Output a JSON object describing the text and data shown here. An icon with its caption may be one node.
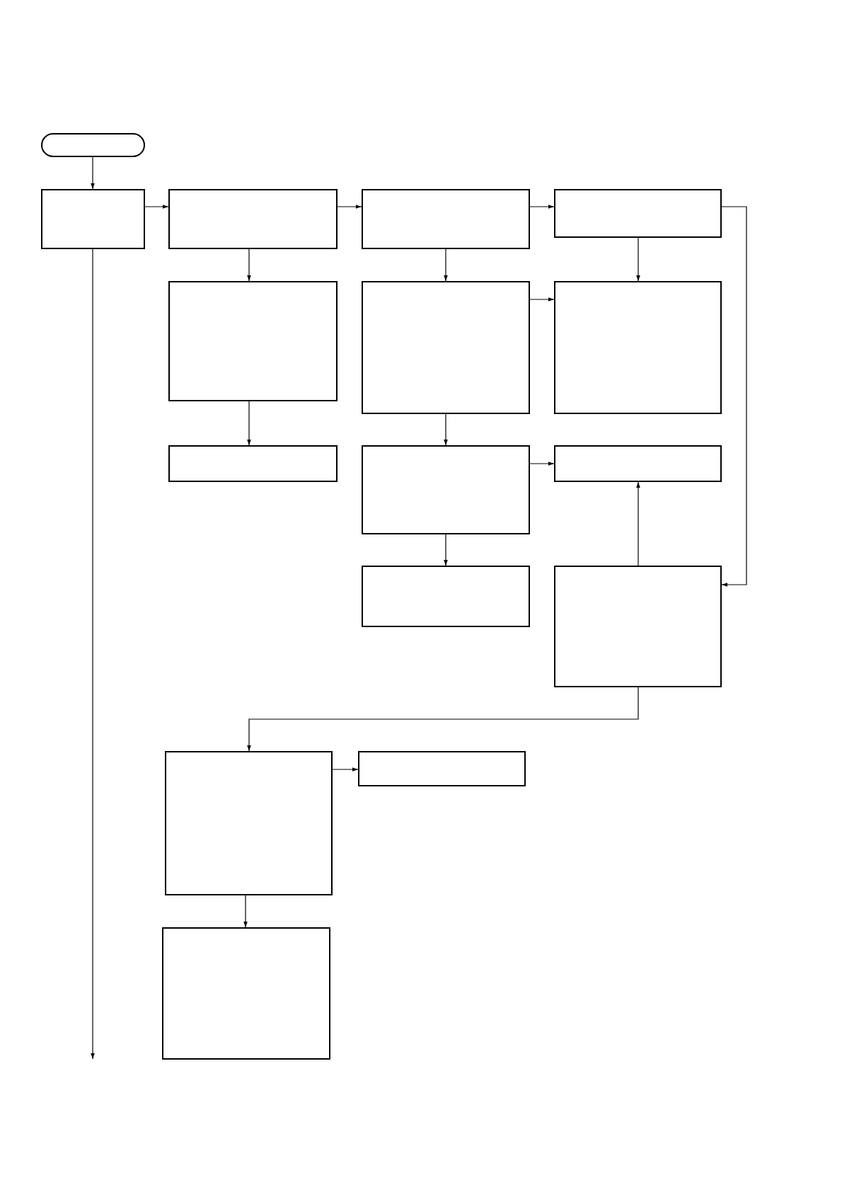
{
  "diagram": {
    "nodes": [
      {
        "text": [],
        "shape": "pill"
      },
      {
        "text": [],
        "shape": "box"
      },
      {
        "text": [],
        "shape": "box"
      },
      {
        "text": [],
        "shape": "box"
      },
      {
        "text": [],
        "shape": "box"
      },
      {
        "text": [],
        "shape": "box"
      },
      {
        "text": [],
        "shape": "box"
      },
      {
        "text": [],
        "shape": "box"
      },
      {
        "text": [],
        "shape": "box"
      },
      {
        "text": [],
        "shape": "box"
      },
      {
        "text": [],
        "shape": "box"
      },
      {
        "text": [],
        "shape": "box"
      },
      {
        "text": [],
        "shape": "box"
      },
      {
        "text": [],
        "shape": "box"
      },
      {
        "text": [],
        "shape": "box"
      },
      {
        "text": [],
        "shape": "box"
      }
    ],
    "edges": [
      {
        "from": 0,
        "to": 1,
        "arrow": "to"
      },
      {
        "from": 1,
        "to": null,
        "arrow": "to"
      },
      {
        "from": 1,
        "to": 2,
        "arrow": "to"
      },
      {
        "from": 2,
        "to": 3,
        "arrow": "to"
      },
      {
        "from": 3,
        "to": 4,
        "arrow": "to"
      },
      {
        "from": 2,
        "to": 5,
        "arrow": "to"
      },
      {
        "from": 5,
        "to": 8,
        "arrow": "to"
      },
      {
        "from": 3,
        "to": 6,
        "arrow": "to"
      },
      {
        "from": 6,
        "to": 7,
        "arrow": "to"
      },
      {
        "from": 4,
        "to": 7,
        "arrow": "to"
      },
      {
        "from": 6,
        "to": 9,
        "arrow": "to"
      },
      {
        "from": 9,
        "to": 10,
        "arrow": "to"
      },
      {
        "from": 9,
        "to": 11,
        "arrow": "to"
      },
      {
        "from": 12,
        "to": 10,
        "arrow": "to"
      },
      {
        "from": 4,
        "to": 12,
        "arrow": "to"
      },
      {
        "from": 12,
        "to": 13,
        "arrow": "to"
      },
      {
        "from": 13,
        "to": 14,
        "arrow": "to"
      },
      {
        "from": 13,
        "to": 15,
        "arrow": "to"
      }
    ]
  }
}
